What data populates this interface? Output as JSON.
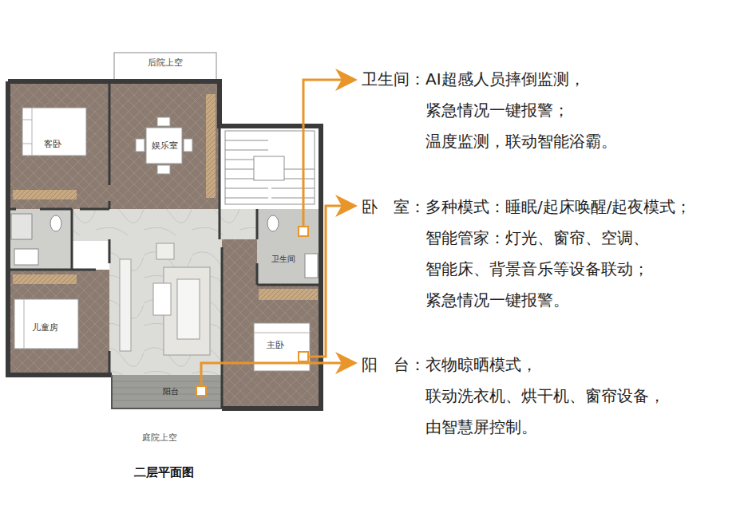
{
  "diagram": {
    "caption": "二层平面图",
    "labels": [
      "后院上空",
      "客卧",
      "娱乐室",
      "卫生间",
      "儿童房",
      "主卧",
      "阳台",
      "庭院上空",
      "卫生间：",
      "AI超感人员摔倒监测， 紧急情况一键报警； 温度监测，联动智能浴霸。",
      "卧　室：",
      "多种模式：睡眠/起床唤醒/起夜模式； 智能管家：灯光、窗帘、空调、 智能床、背景音乐等设备联动； 紧急情况一键报警。",
      "阳　台：",
      "衣物晾晒模式， 联动洗衣机、烘干机、窗帘设备， 由智慧屏控制。"
    ]
  }
}
